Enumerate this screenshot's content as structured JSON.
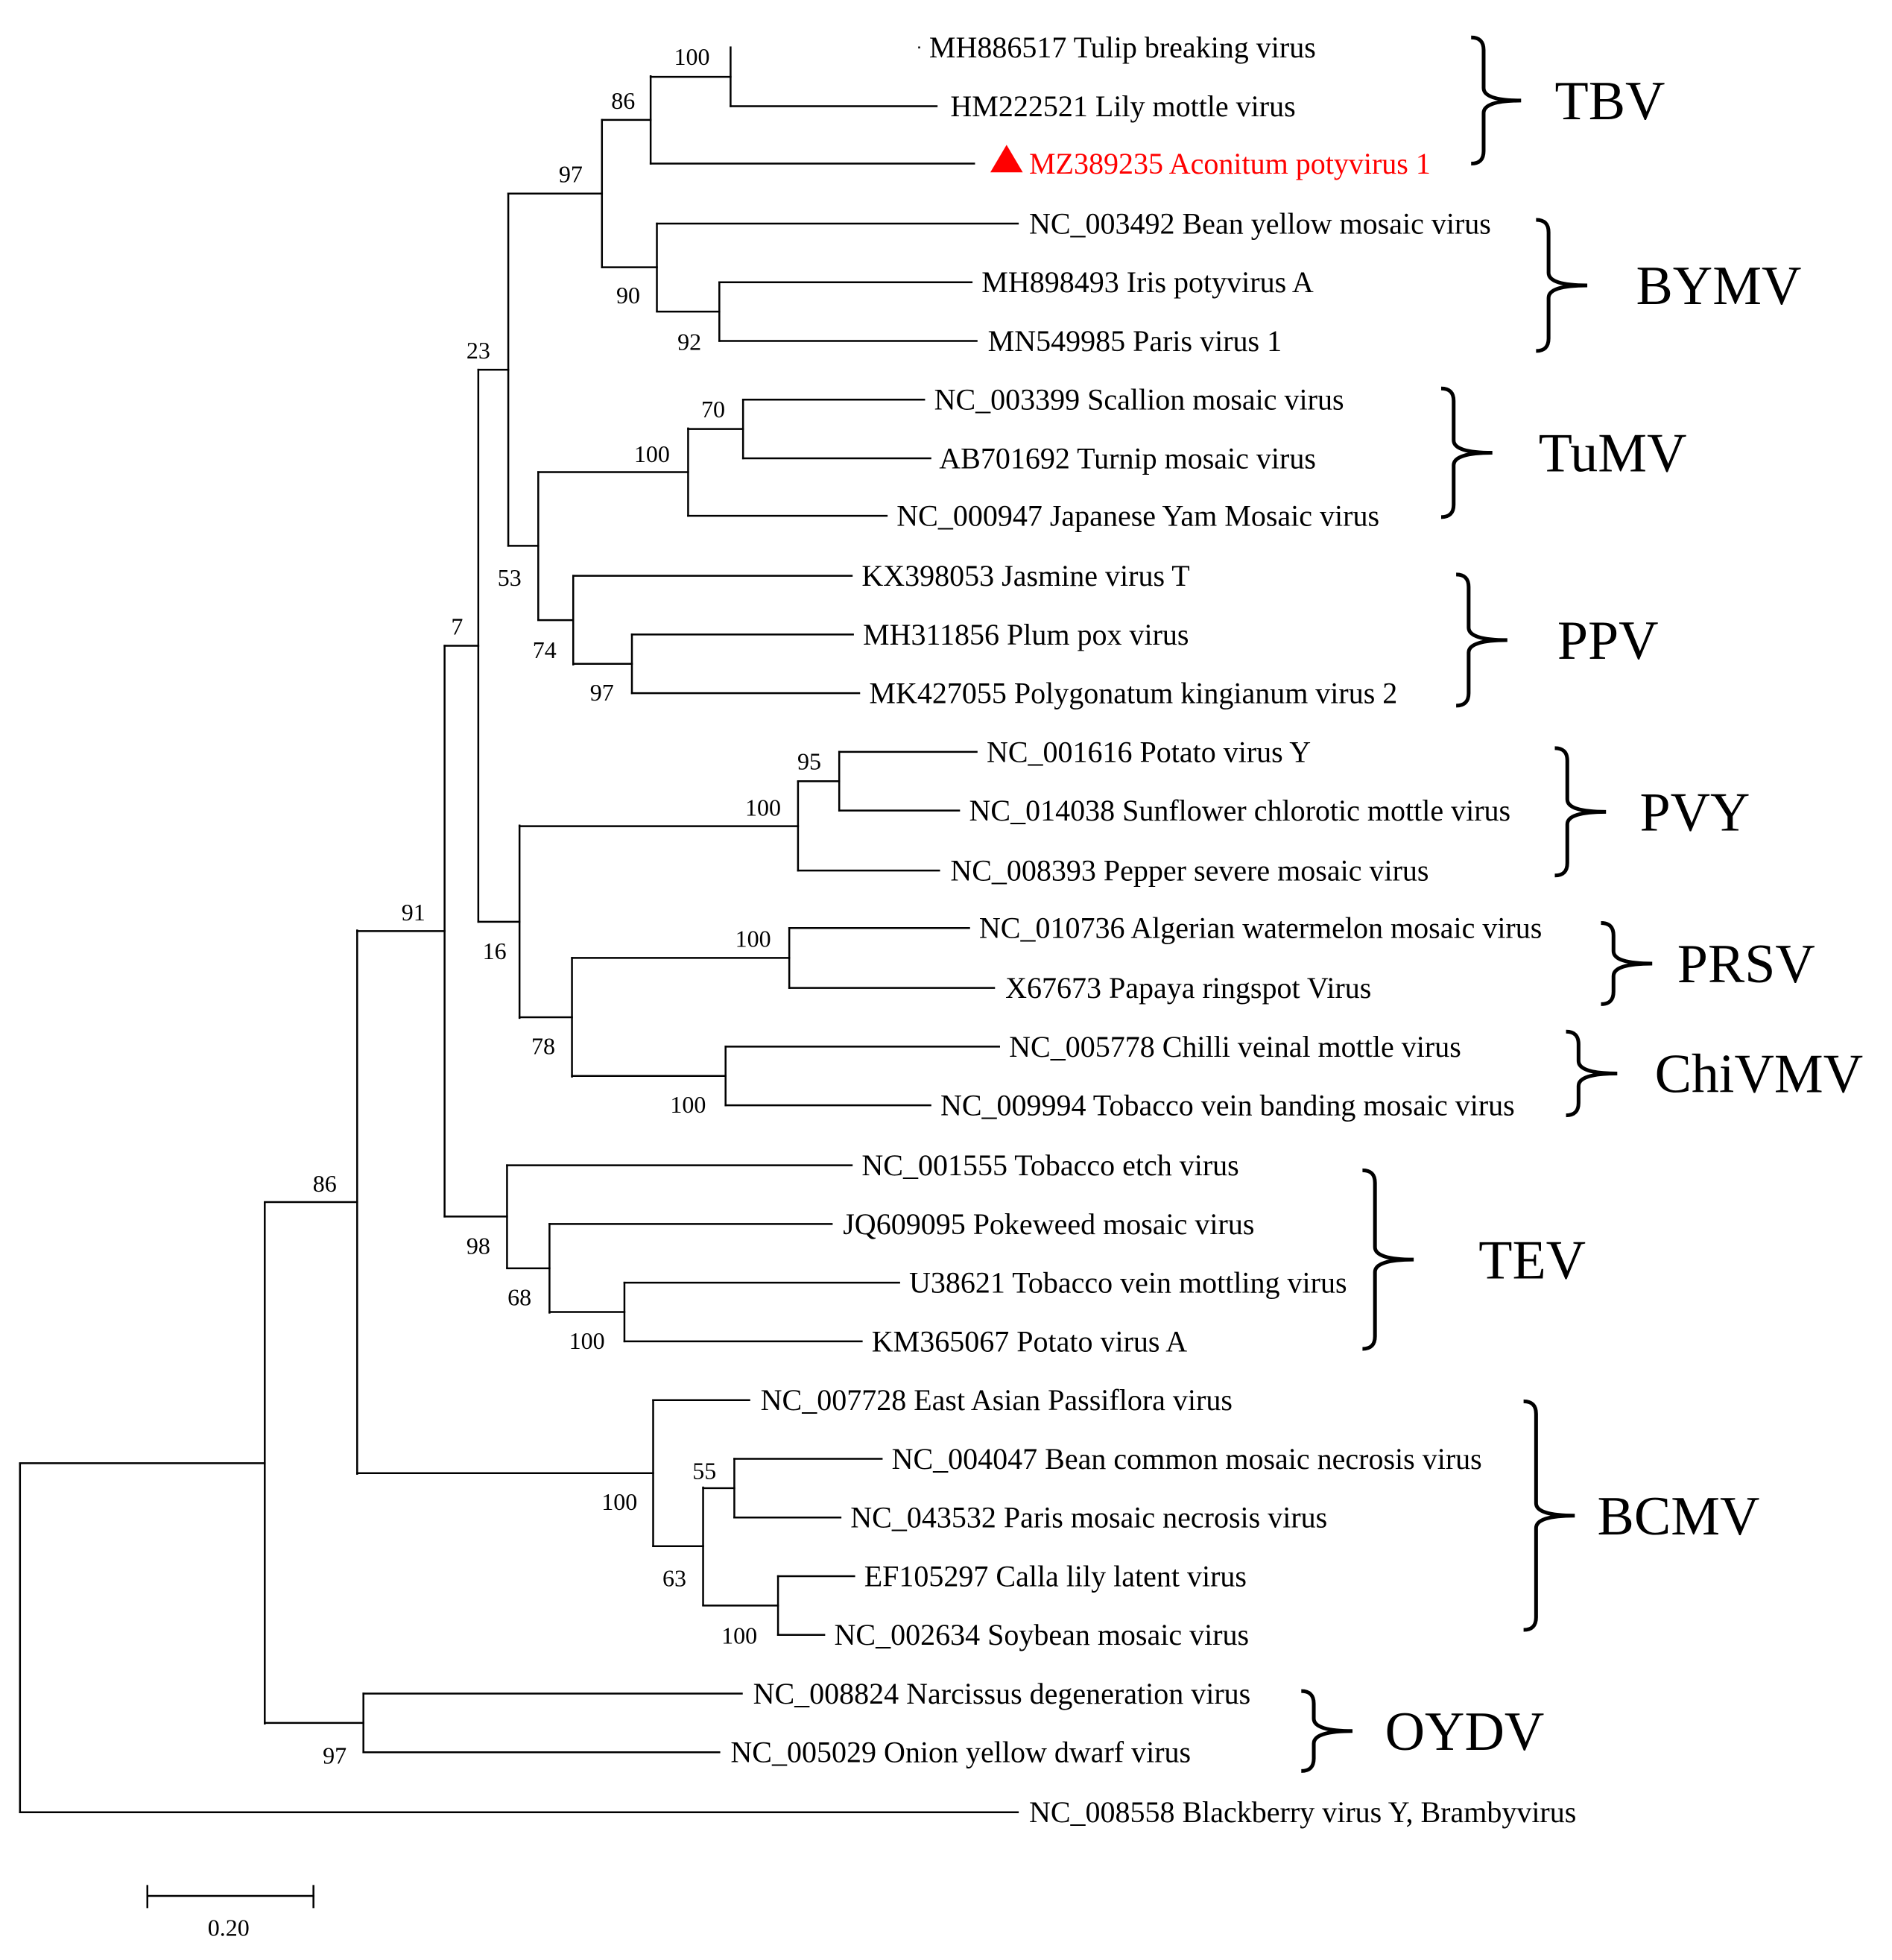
{
  "tree": {
    "leaves": [
      {
        "id": "tbv1",
        "label": "MH886517 Tulip breaking virus"
      },
      {
        "id": "tbv2",
        "label": "HM222521 Lily mottle virus"
      },
      {
        "id": "tbv3",
        "label": "MZ389235 Aconitum potyvirus 1",
        "highlight": true,
        "marker": "triangle"
      },
      {
        "id": "bymv1",
        "label": "NC_003492 Bean yellow mosaic virus"
      },
      {
        "id": "bymv2",
        "label": "MH898493 Iris potyvirus A"
      },
      {
        "id": "bymv3",
        "label": "MN549985 Paris virus 1"
      },
      {
        "id": "tumv1",
        "label": "NC_003399 Scallion mosaic virus"
      },
      {
        "id": "tumv2",
        "label": "AB701692 Turnip mosaic virus"
      },
      {
        "id": "tumv3",
        "label": "NC_000947 Japanese Yam Mosaic virus"
      },
      {
        "id": "ppv1",
        "label": "KX398053 Jasmine virus T"
      },
      {
        "id": "ppv2",
        "label": "MH311856 Plum pox virus"
      },
      {
        "id": "ppv3",
        "label": "MK427055 Polygonatum kingianum virus 2"
      },
      {
        "id": "pvy1",
        "label": "NC_001616 Potato virus Y"
      },
      {
        "id": "pvy2",
        "label": "NC_014038 Sunflower chlorotic mottle virus"
      },
      {
        "id": "pvy3",
        "label": "NC_008393 Pepper severe mosaic virus"
      },
      {
        "id": "prsv1",
        "label": "NC_010736 Algerian watermelon mosaic virus"
      },
      {
        "id": "prsv2",
        "label": "X67673 Papaya ringspot Virus"
      },
      {
        "id": "chi1",
        "label": "NC_005778 Chilli veinal mottle virus"
      },
      {
        "id": "chi2",
        "label": "NC_009994 Tobacco vein banding  mosaic virus"
      },
      {
        "id": "tev1",
        "label": "NC_001555 Tobacco etch virus"
      },
      {
        "id": "tev2",
        "label": "JQ609095 Pokeweed mosaic virus"
      },
      {
        "id": "tev3",
        "label": "U38621 Tobacco vein mottling virus"
      },
      {
        "id": "tev4",
        "label": "KM365067 Potato virus A"
      },
      {
        "id": "bcmv1",
        "label": "NC_007728 East Asian Passiflora virus"
      },
      {
        "id": "bcmv2",
        "label": "NC_004047 Bean common mosaic necrosis virus"
      },
      {
        "id": "bcmv3",
        "label": "NC_043532 Paris mosaic necrosis virus"
      },
      {
        "id": "bcmv4",
        "label": "EF105297 Calla lily latent virus"
      },
      {
        "id": "bcmv5",
        "label": "NC_002634 Soybean mosaic virus"
      },
      {
        "id": "oydv1",
        "label": "NC_008824 Narcissus degeneration virus"
      },
      {
        "id": "oydv2",
        "label": "NC_005029 Onion yellow dwarf virus"
      },
      {
        "id": "out",
        "label": "NC_008558 Blackberry virus Y,  Brambyvirus"
      }
    ],
    "bootstrap": [
      {
        "id": "n_tbv_in",
        "value": "100"
      },
      {
        "id": "n_tbv",
        "value": "86"
      },
      {
        "id": "n_bymv_in",
        "value": "92"
      },
      {
        "id": "n_bymv",
        "value": "90"
      },
      {
        "id": "n_tbv_bymv",
        "value": "97"
      },
      {
        "id": "n_tumv_in",
        "value": "70"
      },
      {
        "id": "n_tumv",
        "value": "100"
      },
      {
        "id": "n_ppv_in",
        "value": "97"
      },
      {
        "id": "n_ppv",
        "value": "74"
      },
      {
        "id": "n_tumv_ppv",
        "value": "53"
      },
      {
        "id": "n_upper",
        "value": "23"
      },
      {
        "id": "n_pvy_in",
        "value": "95"
      },
      {
        "id": "n_pvy",
        "value": "100"
      },
      {
        "id": "n_prsv",
        "value": "100"
      },
      {
        "id": "n_chi",
        "value": "100"
      },
      {
        "id": "n_prsv_chi",
        "value": "78"
      },
      {
        "id": "n_pvy_prsv",
        "value": "16"
      },
      {
        "id": "n_big",
        "value": "7"
      },
      {
        "id": "n_tev_in",
        "value": "100"
      },
      {
        "id": "n_tev_mid",
        "value": "68"
      },
      {
        "id": "n_tev",
        "value": "98"
      },
      {
        "id": "n_bcmv_a",
        "value": "55"
      },
      {
        "id": "n_bcmv_b",
        "value": "100"
      },
      {
        "id": "n_bcmv_ab",
        "value": "63"
      },
      {
        "id": "n_bcmv",
        "value": "100"
      },
      {
        "id": "n_main",
        "value": "91"
      },
      {
        "id": "n_oydv",
        "value": "97"
      },
      {
        "id": "n_ingroup",
        "value": "86"
      }
    ],
    "clades": [
      {
        "id": "TBV",
        "name": "TBV"
      },
      {
        "id": "BYMV",
        "name": "BYMV"
      },
      {
        "id": "TuMV",
        "name": "TuMV"
      },
      {
        "id": "PPV",
        "name": "PPV"
      },
      {
        "id": "PVY",
        "name": "PVY"
      },
      {
        "id": "PRSV",
        "name": "PRSV"
      },
      {
        "id": "ChiVMV",
        "name": "ChiVMV"
      },
      {
        "id": "TEV",
        "name": "TEV"
      },
      {
        "id": "BCMV",
        "name": "BCMV"
      },
      {
        "id": "OYDV",
        "name": "OYDV"
      }
    ],
    "scale_bar": {
      "label": "0.20"
    },
    "colors": {
      "highlight": "#ff0000",
      "lines": "#000000"
    }
  }
}
